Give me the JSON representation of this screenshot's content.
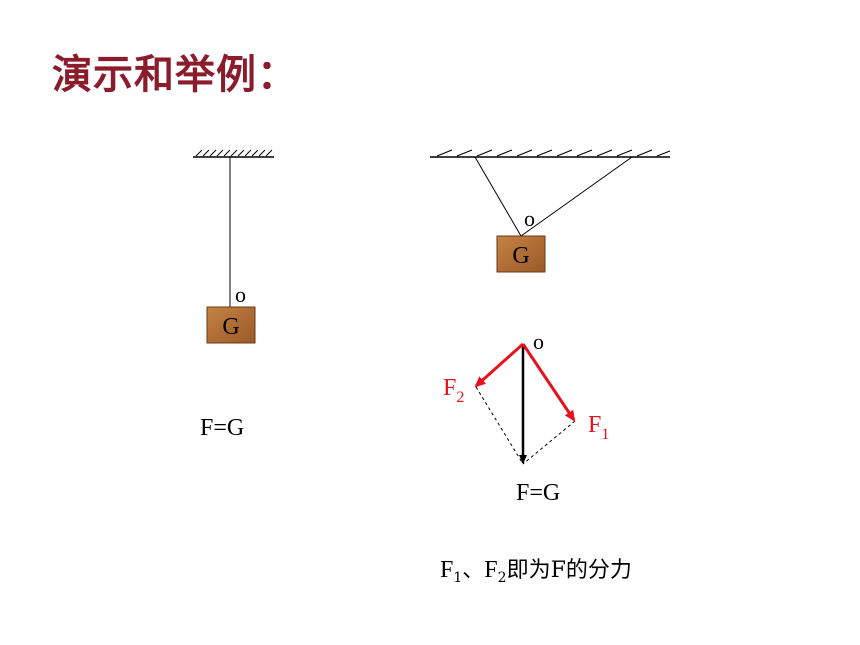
{
  "title": "演示和举例：",
  "left_setup": {
    "point_label": "o",
    "block_label": "G",
    "equation": "F=G"
  },
  "right_setup": {
    "point_label": "o",
    "block_label": "G"
  },
  "force_diagram": {
    "point_label": "o",
    "f1": {
      "main": "F",
      "sub": "1"
    },
    "f2": {
      "main": "F",
      "sub": "2"
    },
    "equation": "F=G"
  },
  "caption": {
    "f1": "F",
    "sub1": "1",
    "sep": "、",
    "f2": "F",
    "sub2": "2",
    "rest": "即为F的分力"
  },
  "colors": {
    "title": "#8b1c2c",
    "force_red": "#e8101a",
    "block_fill": "#b5713a",
    "block_edge": "#6b3a16"
  }
}
